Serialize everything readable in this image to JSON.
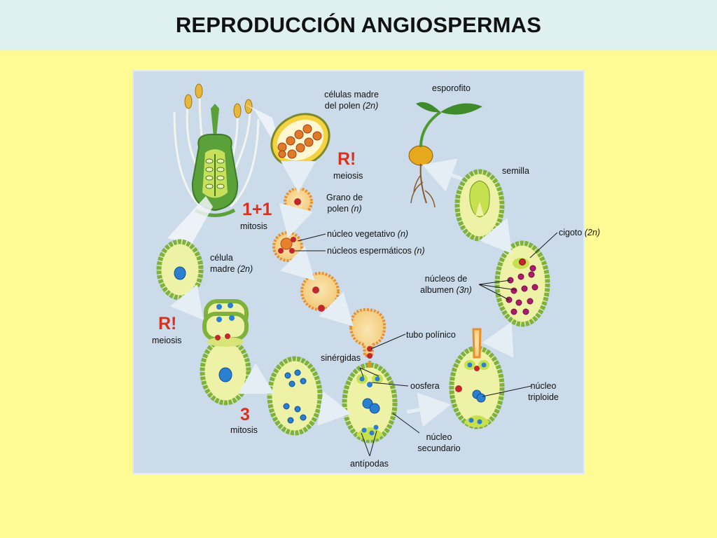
{
  "title": "REPRODUCCIÓN ANGIOSPERMAS",
  "colors": {
    "background": "#fefb95",
    "title_bar": "#dff0f0",
    "panel": "#cbdbe9",
    "accent_red": "#d9301f",
    "cell_fill": "#eef2a6",
    "cell_wall": "#7fb23a",
    "nucleus_blue": "#2a7fd1",
    "nucleus_red": "#c1272d",
    "albumen_magenta": "#b01a6a",
    "pollen_orange": "#e8912c"
  },
  "markers": {
    "meiosis_pollen": "R!",
    "mitosis_pollen": "1+1",
    "meiosis_ovule": "R!",
    "mitosis_ovule": "3"
  },
  "labels": {
    "celulas_madre_1": "células madre",
    "celulas_madre_2": "del polen",
    "celulas_madre_ploidy": "(2n)",
    "meiosis_1": "meiosis",
    "grano_1": "Grano de",
    "grano_2": "polen",
    "grano_ploidy": "(n)",
    "mitosis_1": "mitosis",
    "nucleo_vegetativo": "núcleo vegetativo",
    "nucleo_vegetativo_ploidy": "(n)",
    "nucleos_espermaticos": "núcleos espermáticos",
    "nucleos_espermaticos_ploidy": "(n)",
    "celula_madre_1": "célula",
    "celula_madre_2": "madre",
    "celula_madre_ploidy": "(2n)",
    "meiosis_2": "meiosis",
    "mitosis_2": "mitosis",
    "esporofito": "esporofito",
    "semilla": "semilla",
    "cigoto": "cigoto",
    "cigoto_ploidy": "(2n)",
    "albumen_1": "núcleos de",
    "albumen_2": "albumen",
    "albumen_ploidy": "(3n)",
    "tubo_polinico": "tubo polínico",
    "sinergidas": "sinérgidas",
    "oosfera": "oosfera",
    "nucleo_triploide_1": "núcleo",
    "nucleo_triploide_2": "triploide",
    "nucleo_secundario_1": "núcleo",
    "nucleo_secundario_2": "secundario",
    "antipodas": "antípodas"
  }
}
